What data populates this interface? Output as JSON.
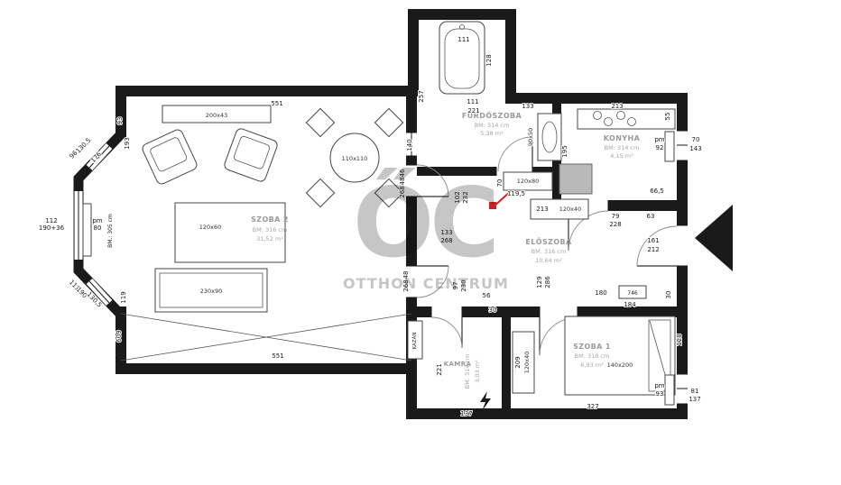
{
  "watermark": {
    "logo": "ŐC",
    "name": "OTTHON CENTRUM"
  },
  "colors": {
    "wall": "#1a1a1a",
    "red_marker": "#cc2222",
    "watermark": "#c6c6c6"
  },
  "rooms": {
    "szoba2": {
      "name": "SZOBA 2",
      "bm": "BM: 316 cm",
      "area": "31,52 m²"
    },
    "furdoszoba": {
      "name": "FÜRDŐSZOBA",
      "bm": "BM: 314 cm",
      "area": "5,38 m²"
    },
    "konyha": {
      "name": "KONYHA",
      "bm": "BM: 314 cm",
      "area": "4,15 m²"
    },
    "eloszoba": {
      "name": "ELŐSZOBA",
      "bm": "BM: 316 cm",
      "area": "10,64 m²"
    },
    "szoba1": {
      "name": "SZOBA 1",
      "bm": "BM: 318 cm",
      "area": "6,93 m²"
    },
    "kamra": {
      "name": "KAMRA",
      "bm": "BM: 314 cm",
      "area": "3,03 m²"
    }
  },
  "furniture": {
    "szoba2_window": "200x43",
    "szoba2_table": "120x60",
    "round_table": "110x110",
    "szoba2_sofa": "230x90",
    "bath_sink": "90x50",
    "hall_window": "120x80",
    "hall_cabinet": "120x40",
    "kamra_cabinet": "120x40",
    "bed": "140x200",
    "boiler": "KAZÁN"
  },
  "dims": {
    "top_551": "551",
    "left_93": "93",
    "left_193": "193",
    "bay_130_5_top": "130,5",
    "bay_96": "96",
    "bay_176": "176",
    "bay_112": "112",
    "bay_190_36": "190+36",
    "bay_pm": "pm",
    "bay_80": "80",
    "bay_bm305": "BM.: 305 cm",
    "bay_111": "111",
    "bay_190": "190",
    "bay_130_5_bottom": "130,5",
    "left_119": "119",
    "left_609": "609",
    "bottom_551": "551",
    "wall_140": "140",
    "door1_46": "46",
    "door1_48": "48",
    "door1_268": "268",
    "hall_102": "102",
    "hall_232": "232",
    "hall_70a": "70",
    "hall_119_5": "119,5",
    "mid_133": "133",
    "mid_268": "268",
    "door2_48": "48",
    "door2_268": "268",
    "hall_97": "97",
    "hall_230": "230",
    "hall_56": "56",
    "hall_30a": "30",
    "bath_257": "257",
    "bath_111_top": "111",
    "bath_128": "128",
    "bath_111": "111",
    "bath_221": "221",
    "top_133": "133",
    "kitchen_213": "213",
    "kitchen_55": "55",
    "kitchen_195": "195",
    "kitchen_pm": "pm",
    "kitchen_92": "92",
    "right_70": "70",
    "right_143": "143",
    "kitchen_66_5": "66,5",
    "kitchen_63": "63",
    "hall_213": "213",
    "hall_79": "79",
    "hall_228": "228",
    "right_161": "161",
    "right_212": "212",
    "hall_180": "180",
    "hall_184": "184",
    "hall_30b": "30",
    "hall_746": "746",
    "hall_129": "129",
    "hall_286": "286",
    "kamra_221": "221",
    "kamra_137": "137",
    "kamra_209": "209",
    "szoba1_327": "327",
    "szoba1_128": "128",
    "szoba1_pm": "pm",
    "szoba1_93": "93",
    "right_81": "81",
    "right_137": "137"
  }
}
